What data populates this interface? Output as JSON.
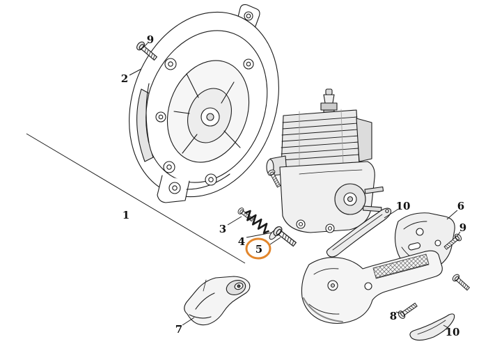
{
  "diagram": {
    "background": "#ffffff",
    "line_color": "#1a1a1a",
    "kind": "exploded-parts-diagram"
  },
  "highlight": {
    "color": "#e2862c",
    "label": "5",
    "shape": "ellipse"
  },
  "callouts": [
    {
      "id": "9-top",
      "label": "9"
    },
    {
      "id": "2",
      "label": "2"
    },
    {
      "id": "1",
      "label": "1"
    },
    {
      "id": "3",
      "label": "3"
    },
    {
      "id": "4",
      "label": "4"
    },
    {
      "id": "5",
      "label": "5",
      "highlighted": true
    },
    {
      "id": "7",
      "label": "7"
    },
    {
      "id": "10-upper",
      "label": "10"
    },
    {
      "id": "6",
      "label": "6"
    },
    {
      "id": "9-right",
      "label": "9"
    },
    {
      "id": "8",
      "label": "8"
    },
    {
      "id": "10-lower",
      "label": "10"
    }
  ]
}
